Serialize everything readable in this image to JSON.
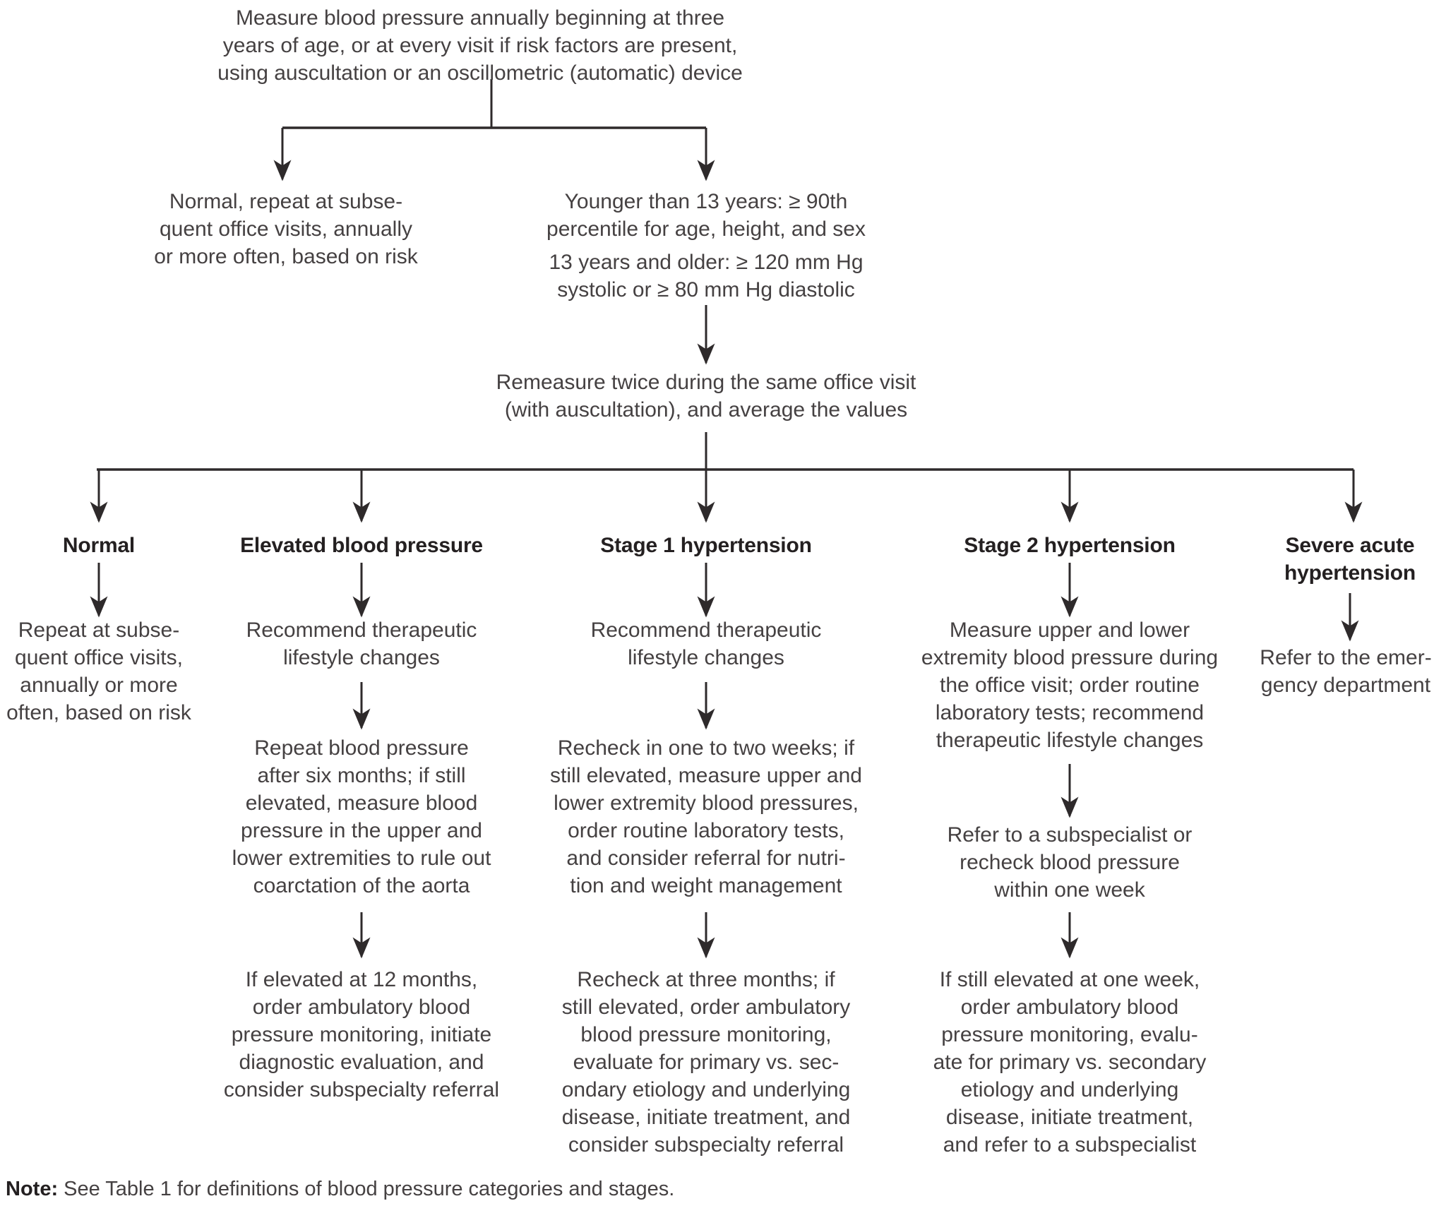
{
  "palette": {
    "text": "#454142",
    "heading": "#242021",
    "line": "#2e2a2b",
    "background": "#ffffff"
  },
  "flow": {
    "root": "Measure blood pressure annually beginning at three\nyears of age, or at every visit if risk factors are present,\nusing auscultation or an oscillometric (automatic) device",
    "normal_screen": "Normal, repeat at subse-\nquent office visits, annually\nor more often, based on risk",
    "threshold_young": "Younger than 13 years: ≥ 90th\npercentile for age, height, and sex",
    "threshold_older": "13 years and older: ≥ 120 mm Hg\nsystolic or ≥ 80 mm Hg diastolic",
    "remeasure": "Remeasure twice during the same office visit\n(with auscultation), and average the values",
    "columns": [
      {
        "header": "Normal",
        "steps": [
          "Repeat at subse-\nquent office visits,\nannually or more\noften, based on risk"
        ]
      },
      {
        "header": "Elevated blood pressure",
        "steps": [
          "Recommend therapeutic\nlifestyle changes",
          "Repeat blood pressure\nafter six months; if still\nelevated, measure blood\npressure in the upper and\nlower extremities to rule out\ncoarctation of the aorta",
          "If elevated at 12 months,\norder ambulatory blood\npressure monitoring, initiate\ndiagnostic evaluation, and\nconsider subspecialty referral"
        ]
      },
      {
        "header": "Stage 1 hypertension",
        "steps": [
          "Recommend therapeutic\nlifestyle changes",
          "Recheck in one to two weeks; if\nstill elevated, measure upper and\nlower extremity blood pressures,\norder routine laboratory tests,\nand consider referral for nutri-\ntion and weight management",
          "Recheck at three months; if\nstill elevated, order ambulatory\nblood pressure monitoring,\nevaluate for primary vs. sec-\nondary etiology and underlying\ndisease, initiate treatment, and\nconsider subspecialty referral"
        ]
      },
      {
        "header": "Stage 2 hypertension",
        "steps": [
          "Measure upper and lower\nextremity blood pressure during\nthe office visit; order routine\nlaboratory tests; recommend\ntherapeutic lifestyle changes",
          "Refer to a subspecialist or\nrecheck blood pressure\nwithin one week",
          "If still elevated at one week,\norder ambulatory blood\npressure monitoring, evalu-\nate for primary vs. secondary\netiology and underlying\ndisease, initiate treatment,\nand refer to a subspecialist"
        ]
      },
      {
        "header": "Severe acute\nhypertension",
        "steps": [
          "Refer to the emer-\ngency department"
        ]
      }
    ],
    "note_label": "Note:",
    "note_text": "See Table 1 for definitions of blood pressure categories and stages."
  }
}
